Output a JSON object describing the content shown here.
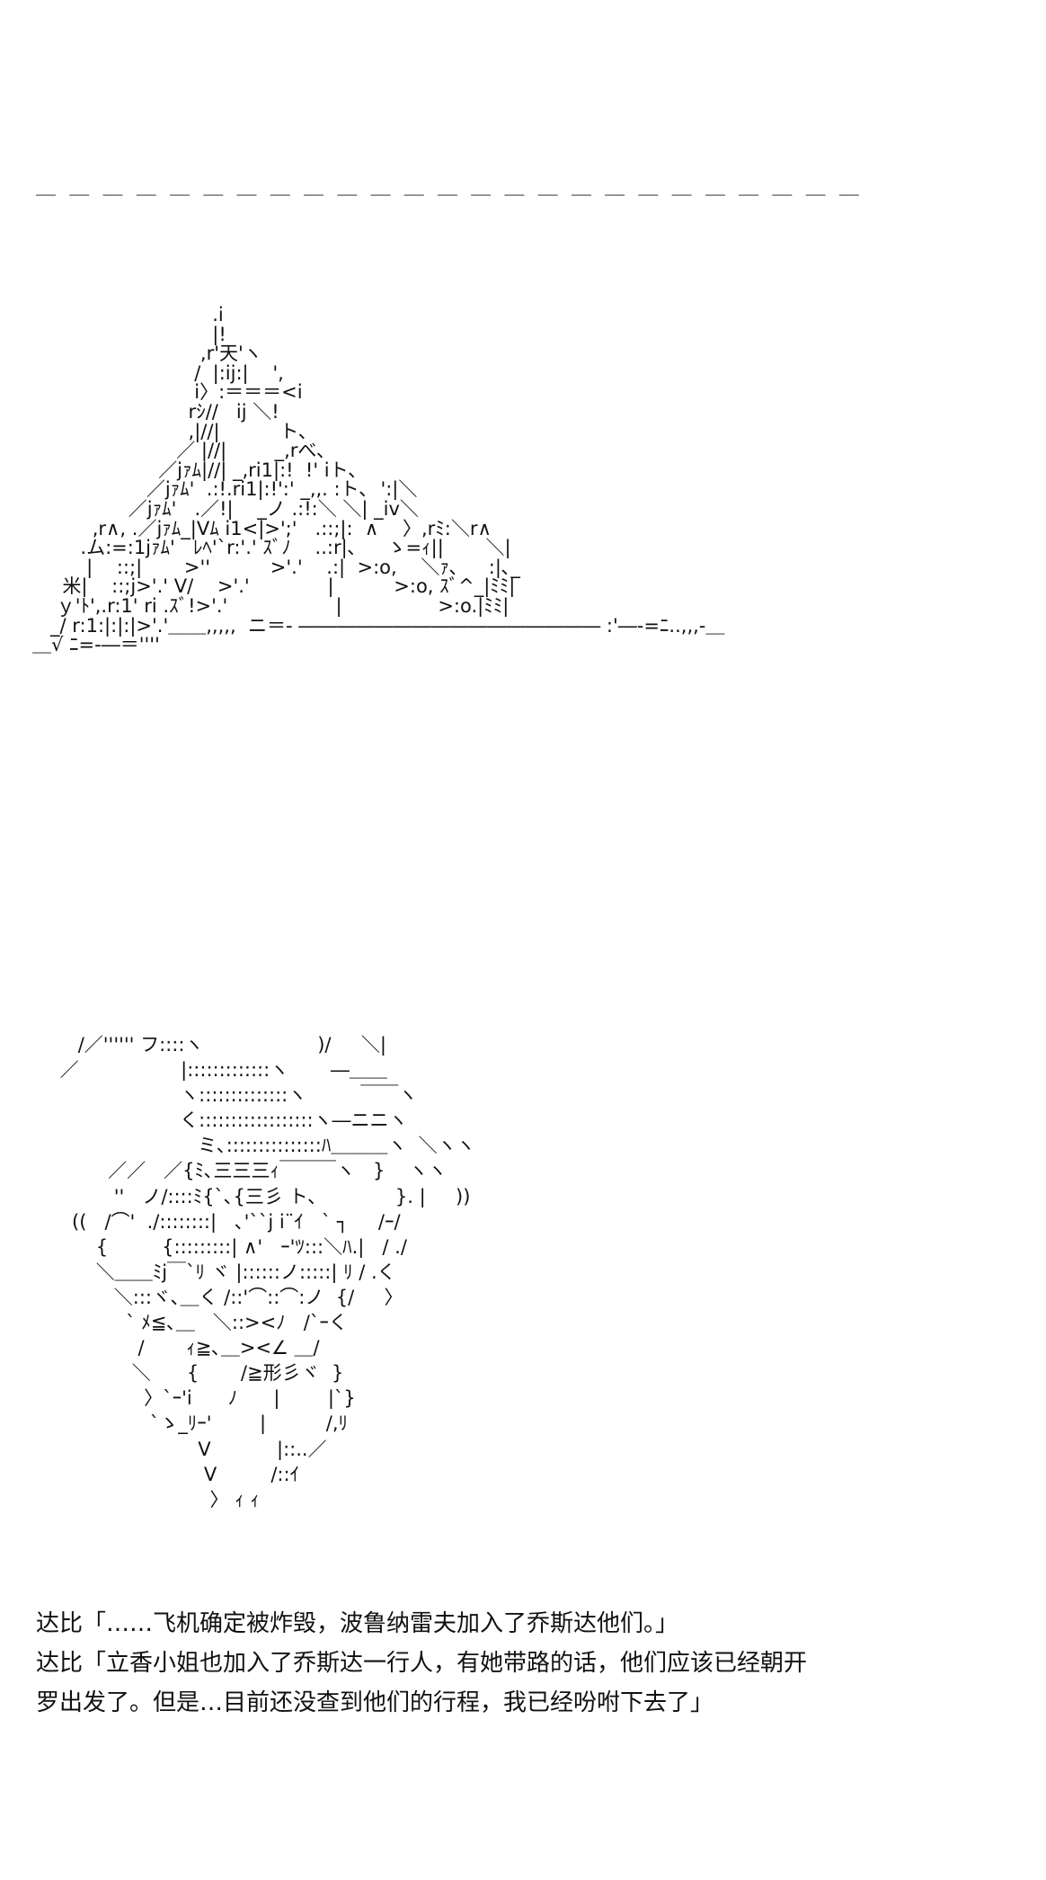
{
  "divider": "＿ ＿ ＿ ＿ ＿ ＿ ＿ ＿ ＿ ＿ ＿ ＿ ＿ ＿ ＿ ＿ ＿ ＿ ＿ ＿ ＿ ＿ ＿ ＿ ＿ ＿ ＿ ＿ ＿ ＿ ＿ ＿ ＿",
  "art": {
    "pyramid": [
      "                              .i",
      "                              |!",
      "                            ,r'天'ヽ",
      "                           /  |:ij:|    ',",
      "                           i〉:＝＝＝<i",
      "                          rｼ//   ij ＼!",
      "                          ,|//|          ト､",
      "                        ／ |//|        _,rべ､",
      "                     ／jｧﾑ|//| _,ri1|:!  !' iト､",
      "                   ／jｧﾑ'  .:!.ri1|:!':' _,,. :ト､  ':|＼",
      "                ／jｧﾑ'   .／!|    _ノ .:!:＼ ＼| _iv＼",
      "          ,r∧, .／jｧﾑ_|Vﾑ i1<|>';'   .::;|:  ∧    〉,rﾐ:＼r∧",
      "        .ム:=:1jｧﾑ'   ﾚﾍ'`r:'.' ｽﾞﾉ    ..:r|､     ゝ=ｨ||       ＼|",
      "         |    ::;|       >''          >'.'    .:|  >:o,    ＼ｧ､     :|､_",
      "     米|    ::;j>'.' V/    >'.'             |          >:o, ｽﾞ^_|ﾐﾐ|",
      "    ｙ'ﾄ',.r:1' ri .ｽﾞ!>'.'                  |                >:o.|ﾐﾐ|",
      "   _/ r:1:|:|:|>'.'＿＿,,,,,  ニ＝- ―――――――――――――――― :'―-=ﾆ..,,,-＿",
      "＿√ ﾆ=-―＝''''"
    ],
    "figure": [
      "    /／'''''' フ::::ヽ                   )/     ＼|",
      " ／                 |:::::::::::::ヽ       ―＿＿",
      "                     ヽ::::::::::::::ヽ         ￣￣ヽ",
      "                     く::::::::::::::::::ヽ―ニニヽ",
      "                        ミ､:::::::::::::::ﾊ＿＿＿ヽ  ＼ヽヽ",
      "         ／／   ／{ﾐ､三三三ｨ￣￣￣ヽ   }    ヽヽ",
      "          ''   ノ/::::ﾐ{`､{三彡 ト､             }. |     ))",
      "   ((   /⌒'  ./::::::::|   ､'``j i¨ｲ   ` ┐     /ｰ/",
      "       {         {:::::::::| ∧'   ｰ'ﾂ:::＼ﾊ.|   / ./",
      "       ＼＿＿ﾐj￣`ﾘ ヾ |::::::ノ:::::| ﾘ / .く",
      "          ＼:::ヾ､＿く /::'⌒::⌒:ノ  {/     〉",
      "            ` ﾒ≦､＿   ＼::><ﾉ   /`ｰく",
      "              /       ｨ≧､＿><∠ ＿/",
      "             ＼      {       /≧形彡ヾ  }",
      "               〉`ｰ'i      ﾉ      |        |`}",
      "                `ゝ_ﾘｰ'        |          /,ﾘ",
      "                        V           |::..／",
      "                         V         /::ｲ",
      "                          〉 ｨ ｨ"
    ]
  },
  "dialogue": [
    "达比「……飞机确定被炸毁，波鲁纳雷夫加入了乔斯达他们。」",
    "达比「立香小姐也加入了乔斯达一行人，有她带路的话，他们应该已经朝开",
    "罗出发了。但是…目前还没查到他们的行程，我已经吩咐下去了」"
  ]
}
